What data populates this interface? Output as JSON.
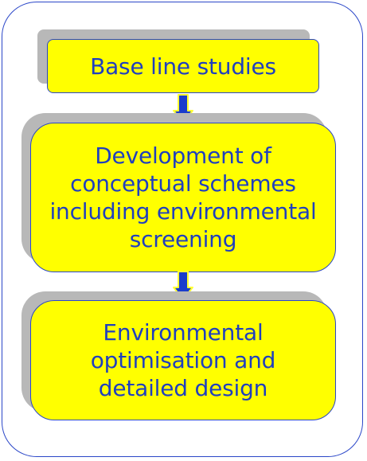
{
  "steps": [
    {
      "lines": [
        "Base line studies"
      ]
    },
    {
      "lines": [
        "Development of",
        "conceptual schemes",
        "including environmental",
        "screening"
      ]
    },
    {
      "lines": [
        "Environmental",
        "optimisation and",
        "detailed design"
      ]
    }
  ],
  "colors": {
    "box_fill": "#ffff00",
    "border_and_text": "#1f3fbf",
    "shadow": "#b8b8b8",
    "arrow_fill": "#1a3ccc",
    "arrow_outline": "#ffff33"
  }
}
